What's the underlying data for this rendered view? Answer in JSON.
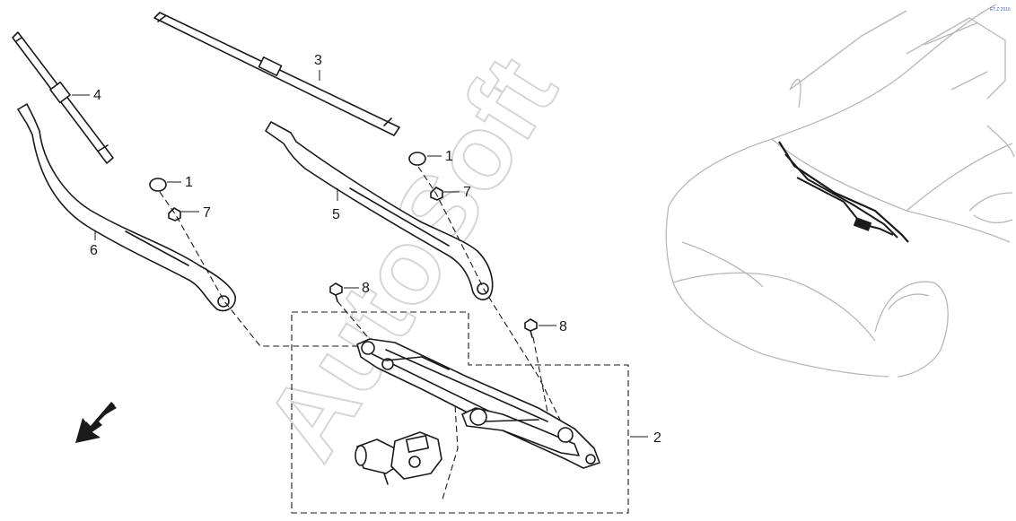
{
  "watermark": "AutoSoft",
  "corner_mark": "ET.Z 2016",
  "callouts": {
    "c1a": "1",
    "c1b": "1",
    "c2": "2",
    "c3": "3",
    "c4": "4",
    "c5": "5",
    "c6": "6",
    "c7a": "7",
    "c7b": "7",
    "c8a": "8",
    "c8b": "8"
  },
  "colors": {
    "line": "#1a1a1a",
    "car_outline": "#b8b8b8",
    "watermark": "#d6d6d6"
  }
}
